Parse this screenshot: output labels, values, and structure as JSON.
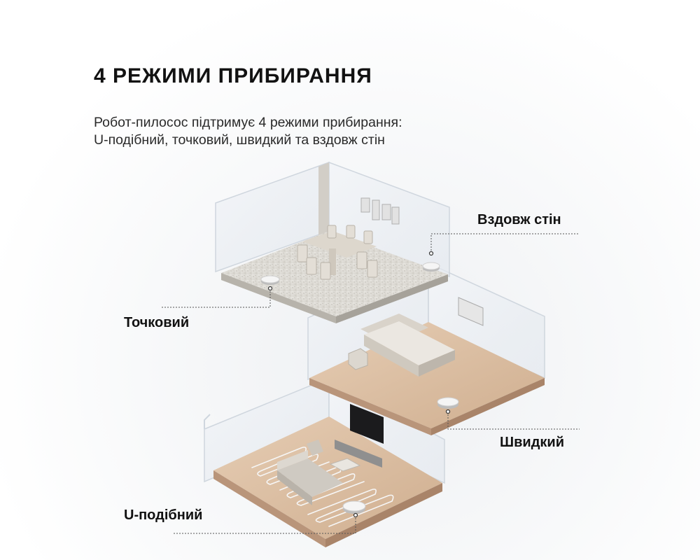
{
  "header": {
    "title": "4 РЕЖИМИ ПРИБИРАННЯ",
    "subtitle_line1": "Робот-пилосос підтримує 4 режими прибирання:",
    "subtitle_line2": "U-подібний, точковий, швидкий та вздовж стін"
  },
  "modes": {
    "along_walls": "Вздовж стін",
    "spot": "Точковий",
    "fast": "Швидкий",
    "u_shaped": "U-подібний"
  },
  "colors": {
    "text": "#111111",
    "floor_stone": "#dedcd6",
    "floor_wood": "#d9bda2",
    "glass_wall": "#e9edf2",
    "robot": "#f4f4f4"
  },
  "icons": [
    "robot-vacuum-icon"
  ]
}
